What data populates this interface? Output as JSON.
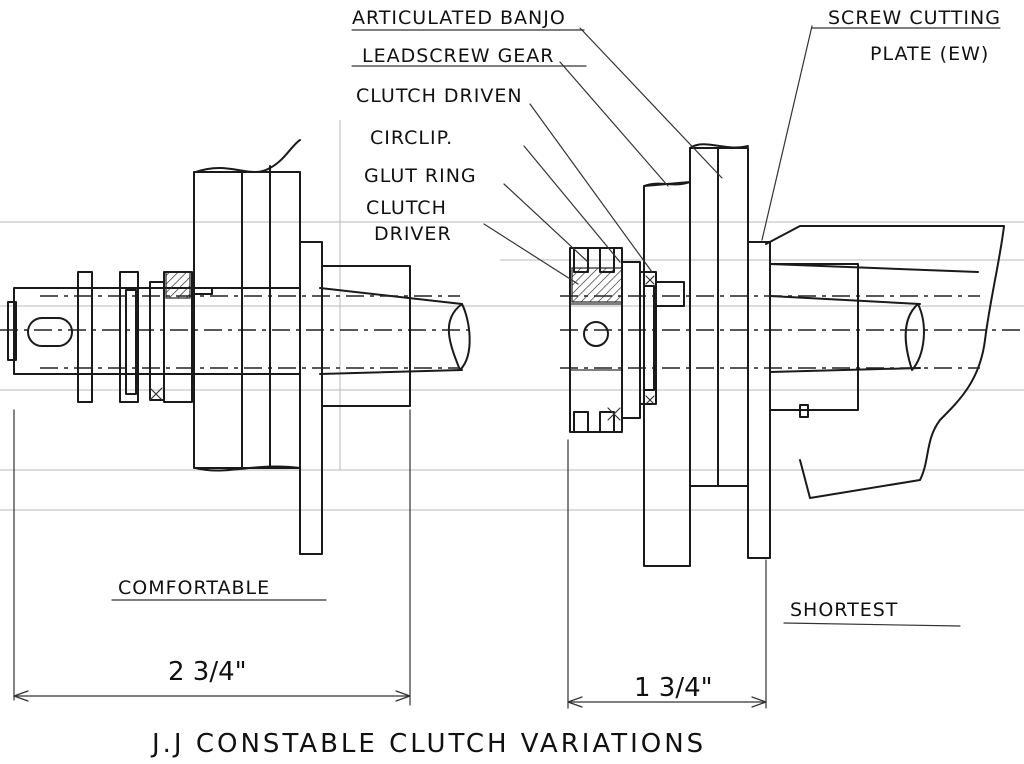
{
  "labels": {
    "articulated_banjo": "Articulated Banjo",
    "screw_cutting_plate_line1": "Screw Cutting",
    "screw_cutting_plate_line2": "Plate (EW)",
    "leadscrew_gear": "Leadscrew Gear",
    "clutch_driven": "Clutch Driven",
    "circlip": "Circlip.",
    "glut_ring": "Glut Ring",
    "clutch_driver_line1": "Clutch",
    "clutch_driver_line2": "Driver"
  },
  "variants": {
    "comfortable": {
      "label": "COMFORTABLE",
      "dimension": "2 3/4\""
    },
    "shortest": {
      "label": "SHORTEST",
      "dimension": "1 3/4\""
    }
  },
  "caption": "J.J CONSTABLE CLUTCH VARIATIONS"
}
